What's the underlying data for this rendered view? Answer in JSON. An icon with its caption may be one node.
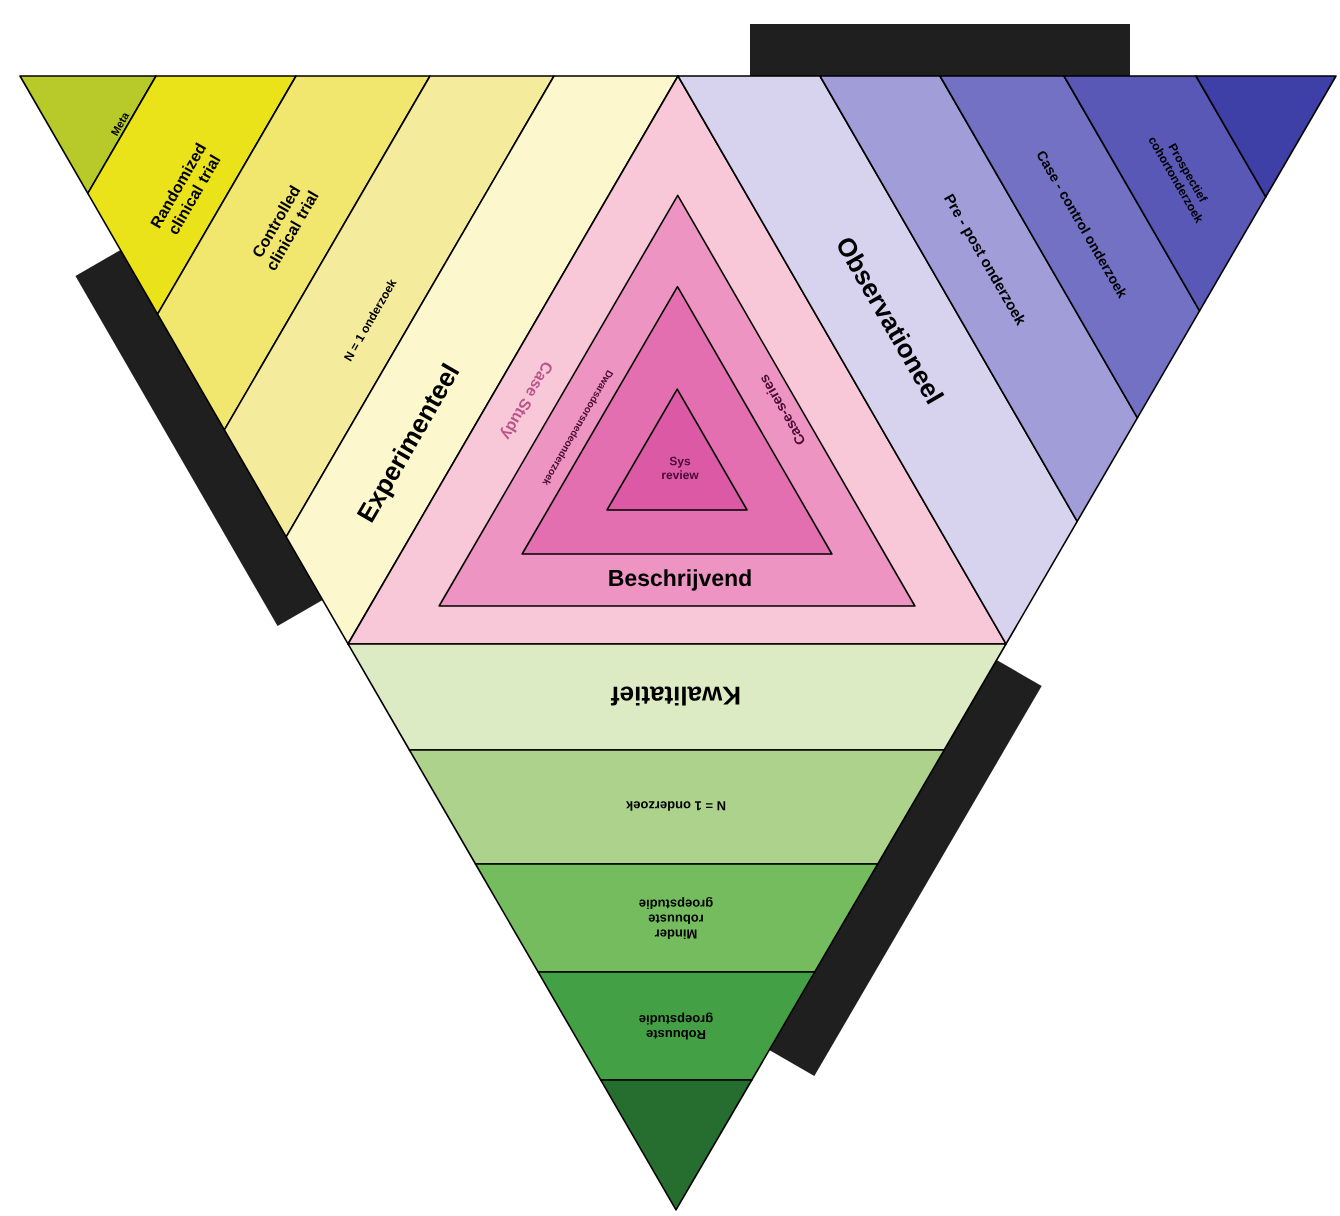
{
  "diagram": {
    "nodes": [
      {
        "text": [
          "Meta"
        ]
      },
      {
        "text": [
          "Randomized clinical trial"
        ]
      },
      {
        "text": [
          "Controlled clinical trial"
        ]
      },
      {
        "text": [
          "N = 1 onderzoek"
        ]
      },
      {
        "text": [
          "Experimenteel"
        ]
      },
      {
        "text": [
          "Case Study"
        ]
      },
      {
        "text": [
          "Dwarsdoorsnedeonderzoek",
          "Case-series",
          "Beschrijvend"
        ],
        "in": 5
      },
      {
        "text": [],
        "shape": "triangle",
        "in": 6
      },
      {
        "text": [
          "Sys review"
        ],
        "in": 7
      },
      {
        "text": [
          "Observationeel"
        ]
      },
      {
        "text": [
          "Pre - post onderzoek"
        ]
      },
      {
        "text": [
          "Case - control onderzoek"
        ]
      },
      {
        "text": [
          "Prospectief cohortonderzoek"
        ]
      },
      {
        "text": [],
        "shape": "triangle"
      },
      {
        "text": [
          "Kwalitatief"
        ]
      },
      {
        "text": [
          "N = 1 onderzoek"
        ]
      },
      {
        "text": [
          "Minder robuuste groepstudie"
        ]
      },
      {
        "text": [
          "Robuuste groepstudie"
        ]
      },
      {
        "text": [],
        "shape": "triangle"
      }
    ]
  }
}
